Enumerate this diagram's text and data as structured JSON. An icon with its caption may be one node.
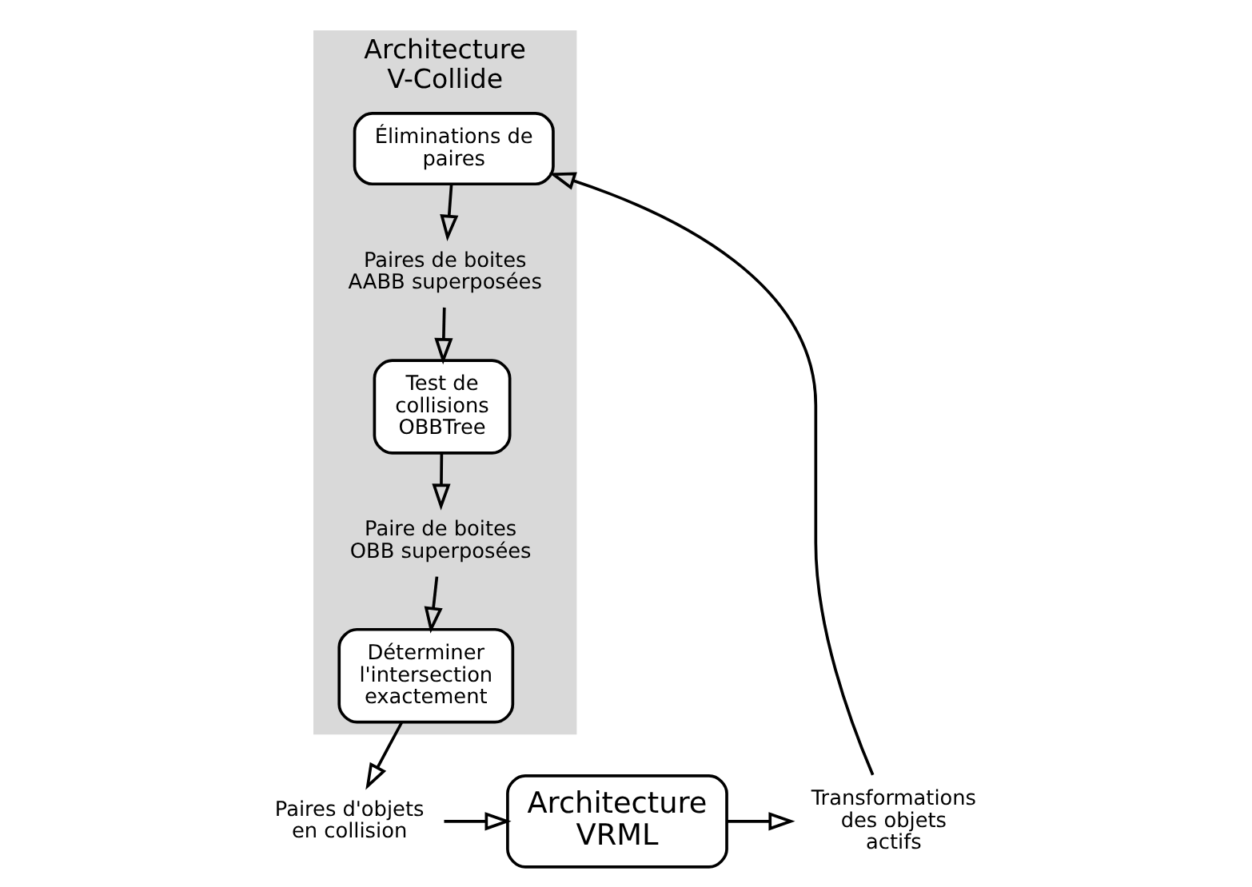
{
  "diagram": {
    "nodes": [
      {
        "text": [
          "Architecture VRML"
        ]
      },
      {
        "text": [
          "Transformations des objets actifs"
        ]
      },
      {
        "text": [
          "Paires d'objets en collision"
        ]
      },
      {
        "text": [
          "Architecture V-Collide"
        ]
      },
      {
        "text": [
          "Éliminations de paires"
        ],
        "in": 3
      },
      {
        "text": [
          "Paires de boites AABB superposées"
        ],
        "in": 3
      },
      {
        "text": [
          "Test de collisions OBBTree"
        ],
        "in": 3
      },
      {
        "text": [
          "Paire de boites OBB superposées"
        ],
        "in": 3
      },
      {
        "text": [
          "Déterminer l'intersection exactement"
        ],
        "in": 3
      }
    ],
    "edges": [
      {
        "from": 0,
        "to": 1,
        "arrow": "to"
      },
      {
        "from": 1,
        "to": 4,
        "arrow": "to"
      },
      {
        "from": 4,
        "to": 5,
        "arrow": "to"
      },
      {
        "from": 5,
        "to": 6,
        "arrow": "to"
      },
      {
        "from": 6,
        "to": 7,
        "arrow": "to"
      },
      {
        "from": 7,
        "to": 8,
        "arrow": "to"
      },
      {
        "from": 8,
        "to": 2,
        "arrow": "to"
      },
      {
        "from": 2,
        "to": 0,
        "arrow": "to"
      }
    ]
  }
}
